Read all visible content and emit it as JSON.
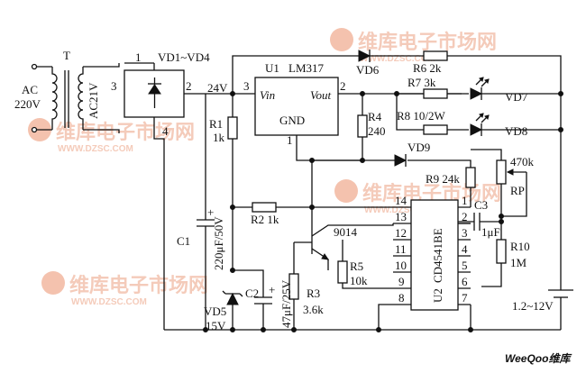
{
  "labels": {
    "ac": "AC",
    "ac_voltage": "220V",
    "transformer": "T",
    "secondary": "AC21V",
    "bridge": "VD1~VD4",
    "pin1": "1",
    "pin2": "2",
    "pin3": "3",
    "pin4": "4",
    "v24": "24V",
    "u1": "U1",
    "lm317": "LM317",
    "vin": "Vin",
    "vout": "Vout",
    "gnd": "GND",
    "u1_pin3": "3",
    "u1_pin2": "2",
    "u1_pin1": "1",
    "vd6": "VD6",
    "r6": "R6 2k",
    "r7": "R7 3k",
    "vd7": "VD7",
    "r8": "R8 10/2W",
    "vd8": "VD8",
    "r4": "R4",
    "r4v": "240",
    "vd9": "VD9",
    "r1": "R1",
    "r1v": "1k",
    "c1": "C1",
    "c1v": "220μF/50V",
    "r2": "R2 1k",
    "q": "9014",
    "r5": "R5",
    "r5v": "10k",
    "r3": "R3",
    "r3v": "3.6k",
    "c2": "C2",
    "c2v": "47μF/25V",
    "vd5": "VD5",
    "vd5v": "15V",
    "r9": "R9 24k",
    "rp_val": "470k",
    "rp": "RP",
    "c3": "C3",
    "c3v": "1μF",
    "r10": "R10",
    "r10v": "1M",
    "u2": "U2",
    "cd4541": "CD4541BE",
    "ic_l": [
      "14",
      "13",
      "12",
      "11",
      "10",
      "9",
      "8"
    ],
    "ic_r": [
      "1",
      "2",
      "3",
      "4",
      "5",
      "6",
      "7"
    ],
    "battery": "1.2~12V"
  },
  "watermark": {
    "brand": "维库电子市场网",
    "url": "WWW.DZSC.COM"
  },
  "footer": {
    "text": "WeeQoo维库"
  },
  "colors": {
    "ink": "#111111",
    "watermark": "#f3c2ae"
  }
}
